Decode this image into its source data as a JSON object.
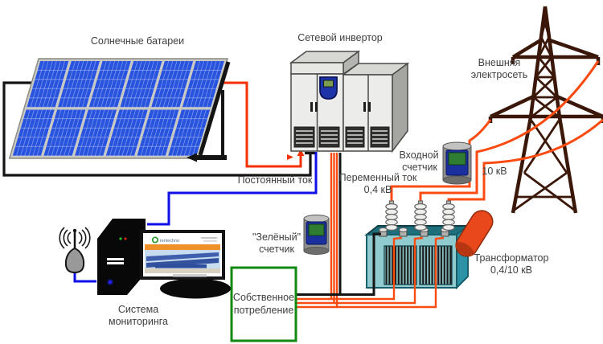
{
  "diagram": {
    "type": "solar-grid-tie-system-schematic",
    "language": "ru",
    "labels": {
      "solar_panels": "Солнечные батареи",
      "inverter": "Сетевой инвертор",
      "external_grid_line1": "Внешняя",
      "external_grid_line2": "электросеть",
      "dc_current": "Постоянный ток",
      "ac_current_line1": "Переменный ток",
      "ac_current_line2": "0,4 кВ",
      "input_meter_line1": "Входной",
      "input_meter_line2": "счетчик",
      "high_voltage": "10 кВ",
      "green_meter_line1": "\"Зелёный\"",
      "green_meter_line2": "счетчик",
      "own_consumption_line1": "Собственное",
      "own_consumption_line2": "потребление",
      "monitoring_line1": "Система",
      "monitoring_line2": "мониторинга",
      "transformer_line1": "Трансформатор",
      "transformer_line2": "0,4/10 кВ"
    },
    "monitor": {
      "brand": "rentechno"
    },
    "colors": {
      "dc_wire": "#f53000",
      "ac_wire": "#fb4b11",
      "black_wire": "#141414",
      "data_wire": "#0f0fe8",
      "panel_cell": "#2853de",
      "panel_frame": "#c9c9c2",
      "tower": "#3a1708",
      "own_box_border": "#108a10",
      "transformer_body": "#2b93a5",
      "transformer_front": "#8fcbcf",
      "transformer_lid": "#1d6f7c",
      "conservator": "#e8481c",
      "meter_face": "#1b2f9e",
      "meter_screen": "#2e7d32",
      "nav_bar": "#ef9028",
      "text": "#3f3f3f"
    }
  }
}
